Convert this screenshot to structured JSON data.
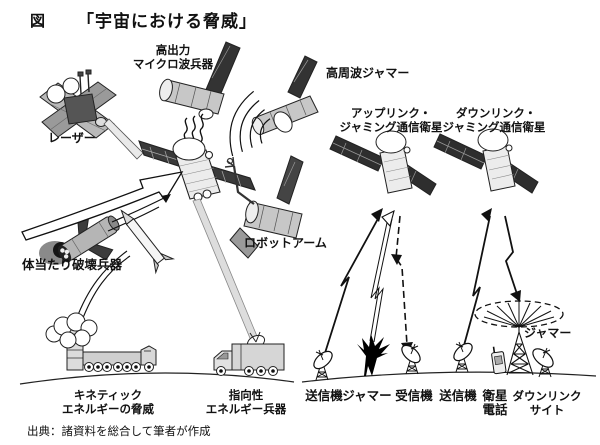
{
  "header": {
    "fig_label": "図",
    "title": "「宇宙における脅威」"
  },
  "space_threats": {
    "laser": "レーザー",
    "microwave": [
      "高出力",
      "マイクロ波兵器"
    ],
    "hf_jammer": "高周波ジャマー",
    "uplink_jamming": [
      "アップリンク・",
      "ジャミング通信衛星"
    ],
    "downlink_jamming": [
      "ダウンリンク・",
      "ジャミング通信衛星"
    ],
    "robot_arm": "ロボットアーム",
    "ramming": "体当たり破壊兵器"
  },
  "ground_threats": {
    "kinetic": [
      "キネティック",
      "エネルギーの脅威"
    ],
    "dew": [
      "指向性",
      "エネルギー兵器"
    ]
  },
  "ground_stations": {
    "transmitter1": "送信機",
    "jammer": "ジャマー",
    "receiver": "受信機",
    "transmitter2": "送信機",
    "sat_phone": [
      "衛星",
      "電話"
    ],
    "downlink_site": [
      "ダウンリンク",
      "サイト"
    ],
    "jammer_burst": "ジャマー"
  },
  "footer": {
    "source": "出典：諸資料を総合して筆者が作成"
  },
  "colors": {
    "ink": "#111111",
    "panel_dark": "#333333",
    "body_light": "#cccccc",
    "background": "#ffffff"
  }
}
